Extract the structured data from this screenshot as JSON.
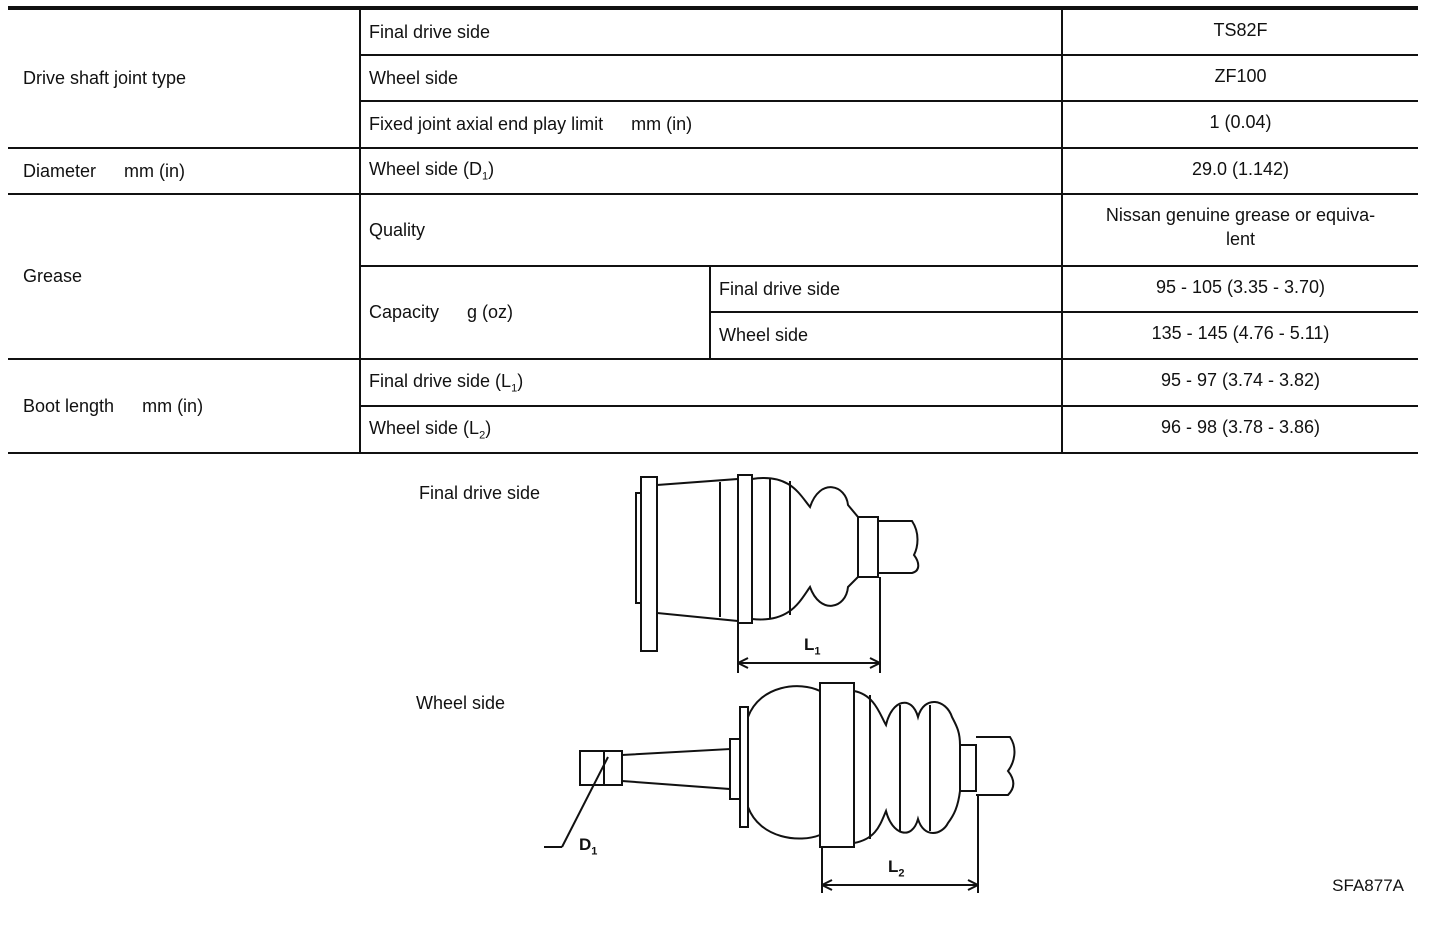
{
  "rows": {
    "joint_type": {
      "label": "Drive shaft joint type",
      "final_drive_side": {
        "label": "Final drive side",
        "value": "TS82F"
      },
      "wheel_side": {
        "label": "Wheel side",
        "value": "ZF100"
      },
      "end_play": {
        "label": "Fixed joint axial end play limit",
        "unit": "mm (in)",
        "value": "1 (0.04)"
      }
    },
    "diameter": {
      "label": "Diameter",
      "unit": "mm (in)",
      "item": "Wheel side (D",
      "item_sub": "1",
      "item_close": ")",
      "value": "29.0 (1.142)"
    },
    "grease": {
      "label": "Grease",
      "quality": {
        "label": "Quality",
        "value": "Nissan genuine grease or equiva-\nlent"
      },
      "capacity": {
        "label": "Capacity",
        "unit": "g (oz)",
        "final_drive_side": {
          "label": "Final drive side",
          "value": "95 - 105 (3.35 - 3.70)"
        },
        "wheel_side": {
          "label": "Wheel side",
          "value": "135 - 145 (4.76 - 5.11)"
        }
      }
    },
    "boot_length": {
      "label": "Boot length",
      "unit": "mm (in)",
      "final_drive_side": {
        "label": "Final drive side (L",
        "sub": "1",
        "close": ")",
        "value": "95 - 97 (3.74 - 3.82)"
      },
      "wheel_side": {
        "label": "Wheel side (L",
        "sub": "2",
        "close": ")",
        "value": "96 - 98 (3.78 - 3.86)"
      }
    }
  },
  "diagram": {
    "final_drive_label": "Final drive side",
    "wheel_label": "Wheel side",
    "dim_l1": "L",
    "dim_l1_sub": "1",
    "dim_l2": "L",
    "dim_l2_sub": "2",
    "dim_d1": "D",
    "dim_d1_sub": "1",
    "figure_code": "SFA877A"
  }
}
